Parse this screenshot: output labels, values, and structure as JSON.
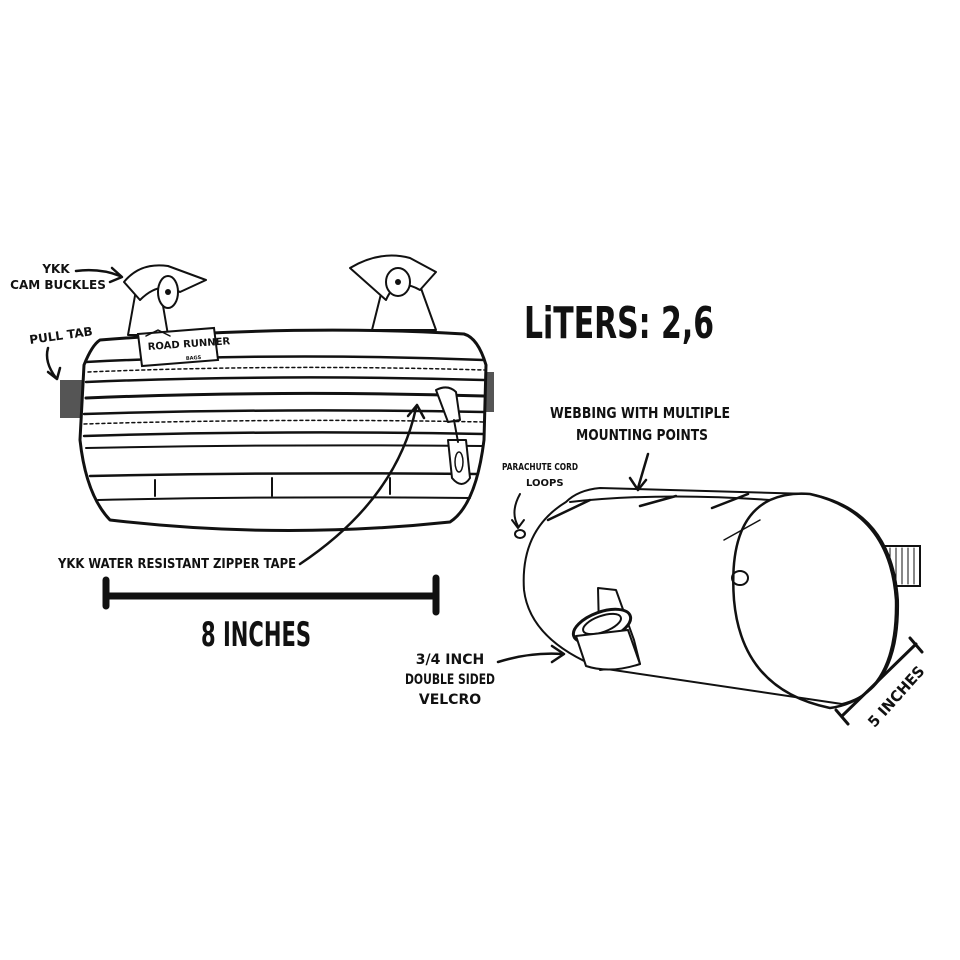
{
  "capacity": "LiTERS: 2,6",
  "callouts": {
    "cam_buckles": [
      "YKK",
      "CAM BUCKLES"
    ],
    "pull_tab": "PULL TAB",
    "zipper_tape": "YKK WATER RESISTANT ZIPPER TAPE",
    "webbing": [
      "WEBBING WITH MULTIPLE",
      "MOUNTING POINTS"
    ],
    "cord_loops": [
      "PARACHUTE CORD",
      "LOOPS"
    ],
    "velcro": [
      "3/4 iNCH",
      "DOUBLE SIDED",
      "VELCRO"
    ]
  },
  "dimensions": {
    "width": "8 iNCHES",
    "depth": "5 iNCHES"
  },
  "logo": {
    "brand": "ROAD RUNNER",
    "sub": "BAGS"
  }
}
